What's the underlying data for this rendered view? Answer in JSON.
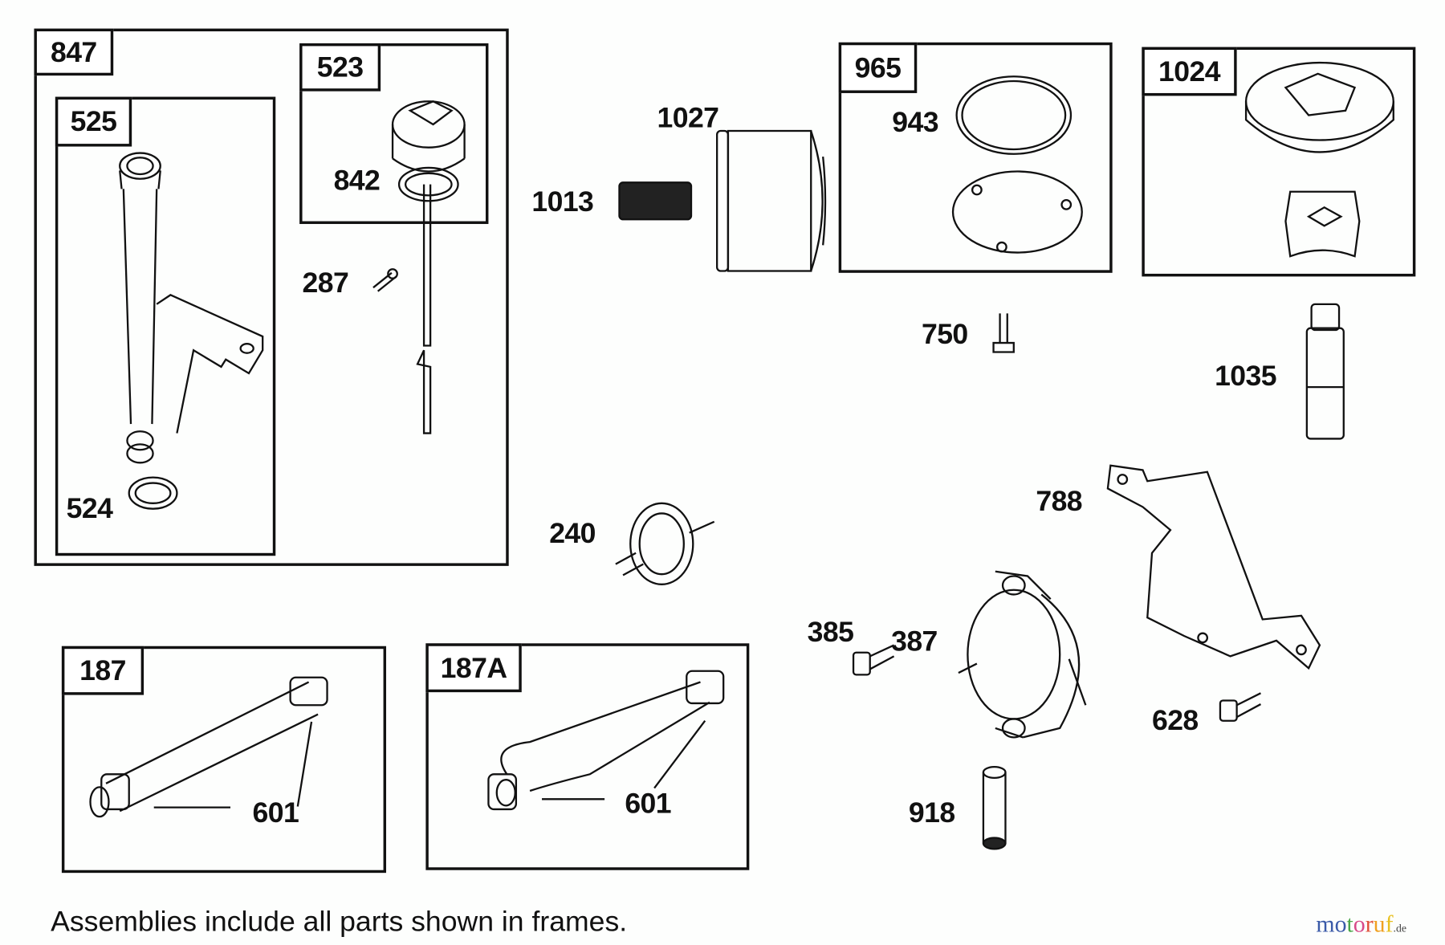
{
  "diagram": {
    "type": "exploded-parts-diagram",
    "frames": [
      {
        "id": "847",
        "label": "847"
      },
      {
        "id": "525",
        "label": "525"
      },
      {
        "id": "523",
        "label": "523"
      },
      {
        "id": "965",
        "label": "965"
      },
      {
        "id": "1024",
        "label": "1024"
      },
      {
        "id": "187",
        "label": "187"
      },
      {
        "id": "187A",
        "label": "187A"
      }
    ],
    "callouts": {
      "p842": "842",
      "p287": "287",
      "p524": "524",
      "p1027": "1027",
      "p1013": "1013",
      "p943": "943",
      "p750": "750",
      "p1035": "1035",
      "p240": "240",
      "p788": "788",
      "p385": "385",
      "p387": "387",
      "p628": "628",
      "p918": "918",
      "p601a": "601",
      "p601b": "601"
    },
    "footnote": "Assemblies include all parts shown in frames.",
    "watermark": {
      "letters": [
        {
          "ch": "m",
          "color": "#3a5aa8"
        },
        {
          "ch": "o",
          "color": "#3a5aa8"
        },
        {
          "ch": "t",
          "color": "#4aa64a"
        },
        {
          "ch": "o",
          "color": "#d84a8a"
        },
        {
          "ch": "r",
          "color": "#e0503a"
        },
        {
          "ch": "u",
          "color": "#f0a020"
        },
        {
          "ch": "f",
          "color": "#e8c020"
        }
      ],
      "tld": ".de"
    }
  }
}
